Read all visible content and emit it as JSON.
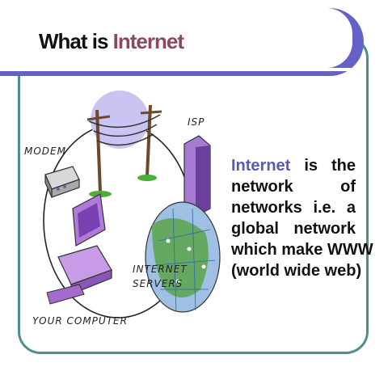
{
  "slide": {
    "title_prefix": "What is ",
    "title_accent": "Internet"
  },
  "illustration": {
    "labels": {
      "modem": "MODEM",
      "isp": "ISP",
      "servers_line1": "INTERNET",
      "servers_line2": "SERVERS",
      "computer": "YOUR COMPUTER"
    }
  },
  "description": {
    "keyword": "Internet",
    "line1_rest": [
      "is",
      "the"
    ],
    "line2": [
      "network",
      "of"
    ],
    "line3": [
      "networks",
      "i.e.",
      "a"
    ],
    "line4": [
      "global",
      "network"
    ],
    "line5": "which make WWW",
    "line6": "(world wide web)"
  },
  "colors": {
    "banner": "#6462c9",
    "frame_border": "#4e8f8a",
    "keyword": "#5a5ab8",
    "title_accent": "#8a4a5c"
  }
}
